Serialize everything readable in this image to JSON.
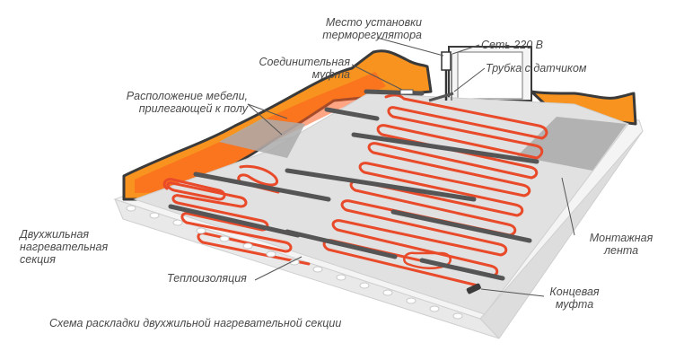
{
  "colors": {
    "wall": "#f7931e",
    "wall_edge": "#3a3a3a",
    "insulation": "#dcdcdc",
    "floor_base": "#f1f1f1",
    "cable": "#e84a2a",
    "tape": "#555555",
    "furniture": "#a8a8a8",
    "label": "#4a4a4a"
  },
  "icons": {
    "thermostat": "thermostat-icon",
    "end_coupling": "end-coupling-icon"
  },
  "labels": {
    "thermostat_place": [
      "Место установки",
      "терморегулятора"
    ],
    "network": "Сеть 220 В",
    "sensor_tube": "Трубка с датчиком",
    "connection_coupling": [
      "Соединительная",
      "муфта"
    ],
    "furniture": [
      "Расположение мебели,",
      "прилегающей к полу"
    ],
    "two_core_section": [
      "Двухжильная",
      "нагревательная",
      "секция"
    ],
    "mounting_tape": [
      "Монтажная",
      "лента"
    ],
    "insulation": "Теплоизоляция",
    "end_coupling": [
      "Концевая",
      "муфта"
    ],
    "caption": "Схема раскладки двухжильной нагревательной секции"
  }
}
